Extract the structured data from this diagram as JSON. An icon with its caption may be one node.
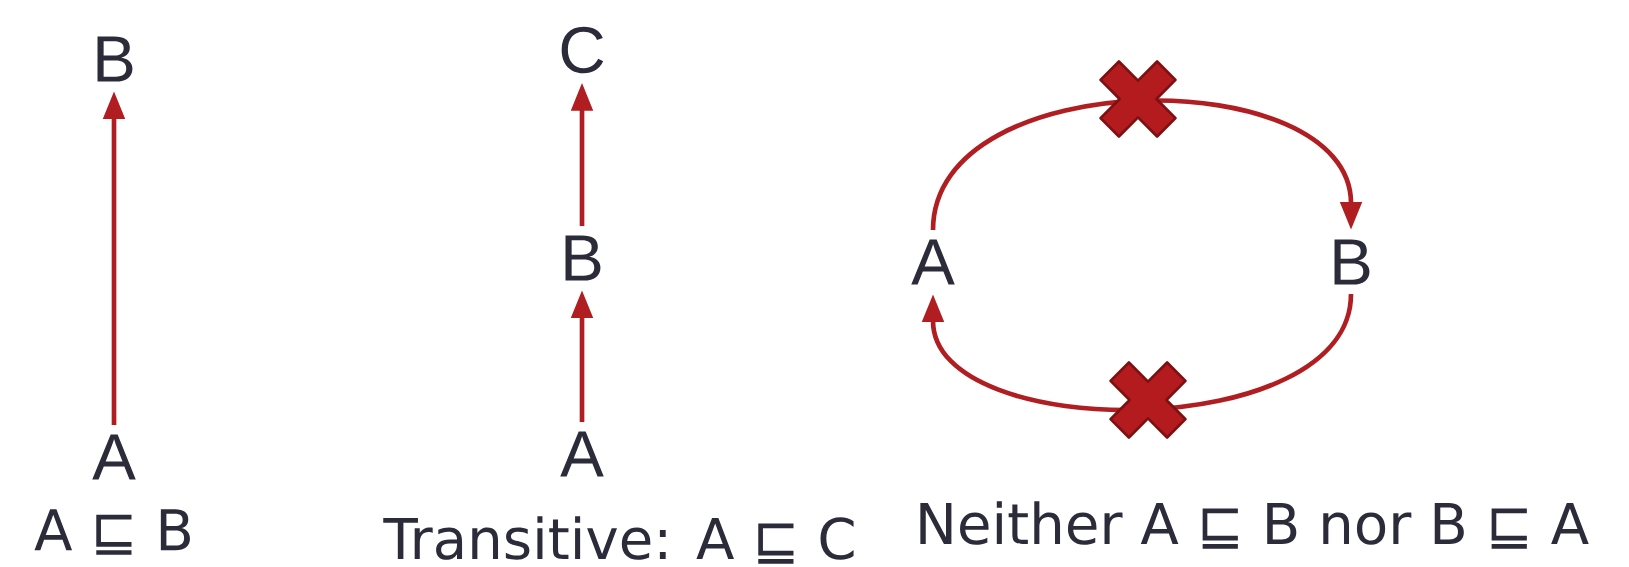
{
  "diagram": {
    "nodes": [
      {
        "text": [
          "B"
        ]
      },
      {
        "text": [
          "A"
        ]
      },
      {
        "text": [
          "C"
        ]
      },
      {
        "text": [
          "B"
        ]
      },
      {
        "text": [
          "A"
        ]
      },
      {
        "text": [
          "A"
        ]
      },
      {
        "text": [
          "B"
        ]
      }
    ],
    "edges": [
      {
        "from": 1,
        "to": 0,
        "arrow": "to"
      },
      {
        "from": 4,
        "to": 3,
        "arrow": "to"
      },
      {
        "from": 3,
        "to": 2,
        "arrow": "to"
      },
      {
        "from": 5,
        "to": 6,
        "arrow": "to"
      },
      {
        "from": 6,
        "to": 5,
        "arrow": "to"
      }
    ],
    "labels": [
      "A ⊑ B",
      "Transitive: A ⊑ C",
      "Neither A ⊑ B nor B ⊑ A"
    ]
  }
}
